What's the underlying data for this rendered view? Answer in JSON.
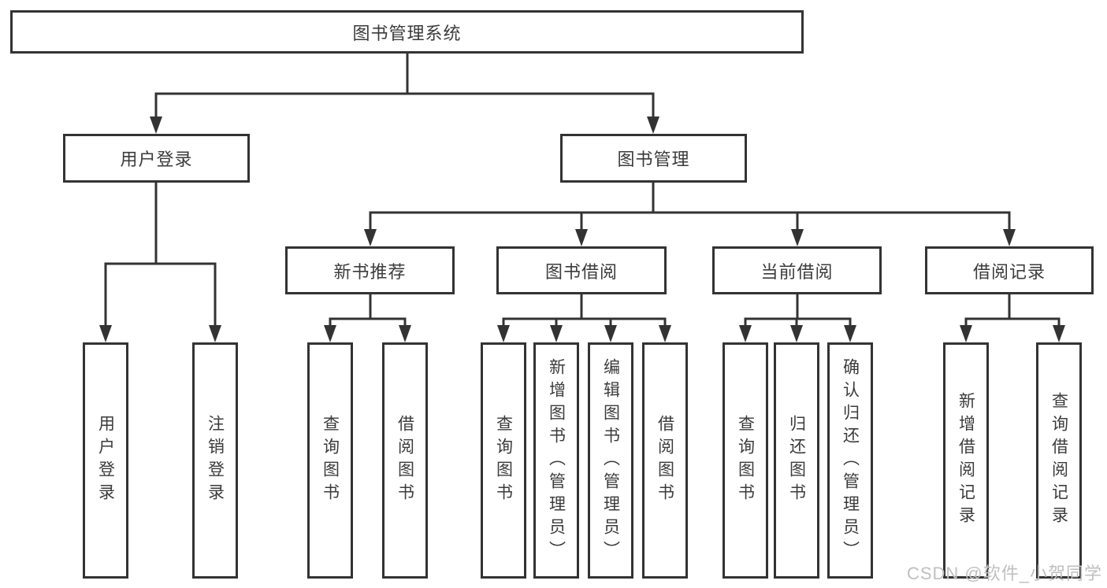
{
  "tree": {
    "root": {
      "label": "图书管理系统"
    },
    "branches": [
      {
        "label": "用户登录",
        "children": [
          {
            "label": "用户登录"
          },
          {
            "label": "注销登录"
          }
        ]
      },
      {
        "label": "图书管理",
        "children": [
          {
            "label": "新书推荐",
            "children": [
              {
                "label": "查询图书"
              },
              {
                "label": "借阅图书"
              }
            ]
          },
          {
            "label": "图书借阅",
            "children": [
              {
                "label": "查询图书"
              },
              {
                "label": "新增图书（管理员）"
              },
              {
                "label": "编辑图书（管理员）"
              },
              {
                "label": "借阅图书"
              }
            ]
          },
          {
            "label": "当前借阅",
            "children": [
              {
                "label": "查询图书"
              },
              {
                "label": "归还图书"
              },
              {
                "label": "确认归还（管理员）"
              }
            ]
          },
          {
            "label": "借阅记录",
            "children": [
              {
                "label": "新增借阅记录"
              },
              {
                "label": "查询借阅记录"
              }
            ]
          }
        ]
      }
    ]
  },
  "watermark": {
    "text": "CSDN @软件_小贺同学"
  },
  "colors": {
    "line": "#333333",
    "text": "#3b3b3b",
    "watermark": "#bfbfbf",
    "background": "#ffffff"
  }
}
